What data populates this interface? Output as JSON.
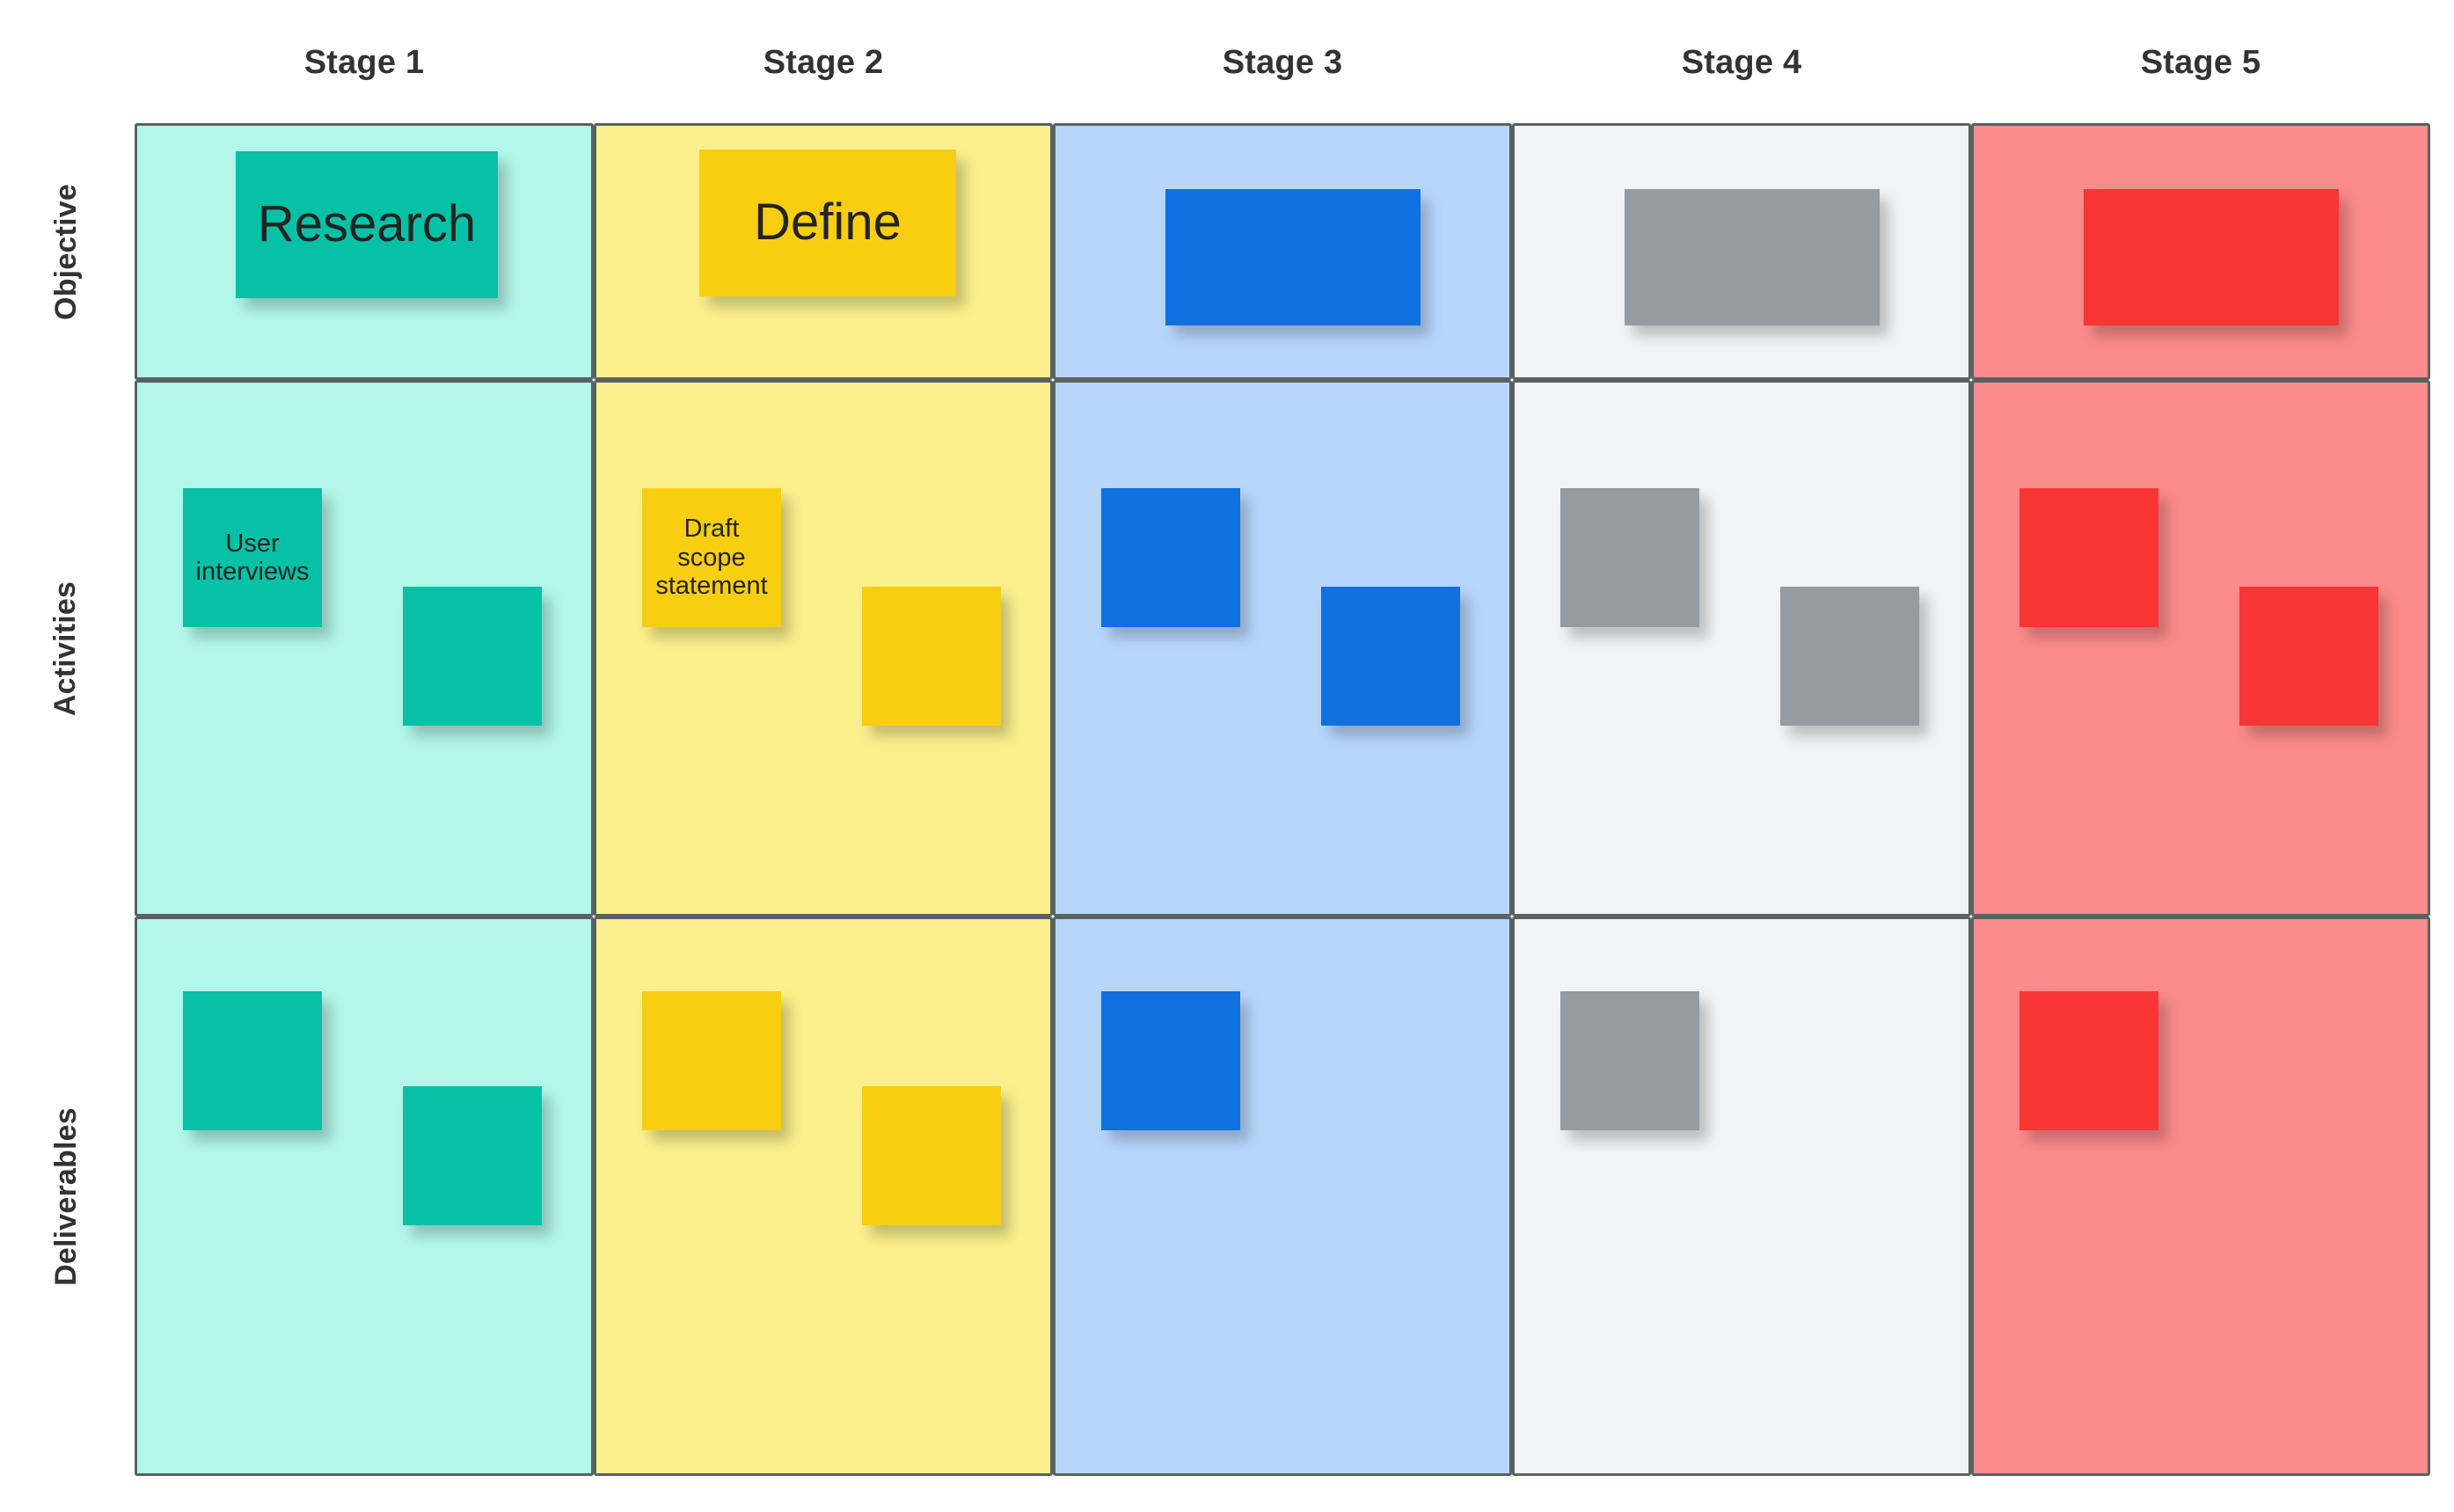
{
  "board": {
    "title_present": false,
    "background_color": "#ffffff",
    "grid_border_color": "#5a6161"
  },
  "columns": [
    {
      "id": "stage-1",
      "label": "Stage 1",
      "band_color": "#B2F7EA",
      "note_color": "#06C1A5"
    },
    {
      "id": "stage-2",
      "label": "Stage 2",
      "band_color": "#FBF08C",
      "note_color": "#F8CE10"
    },
    {
      "id": "stage-3",
      "label": "Stage 3",
      "band_color": "#B8D6FC",
      "note_color": "#1070E0"
    },
    {
      "id": "stage-4",
      "label": "Stage 4",
      "band_color": "#F1F3F4",
      "note_color": "#969BA1"
    },
    {
      "id": "stage-5",
      "label": "Stage 5",
      "band_color": "#FC8B8B",
      "note_color": "#F93535"
    }
  ],
  "rows": [
    {
      "id": "objective",
      "label": "Objective"
    },
    {
      "id": "activities",
      "label": "Activities"
    },
    {
      "id": "deliverables",
      "label": "Deliverables"
    }
  ],
  "notes": {
    "objective": [
      {
        "col": 0,
        "text": "Research"
      },
      {
        "col": 1,
        "text": "Define"
      },
      {
        "col": 2,
        "text": ""
      },
      {
        "col": 3,
        "text": ""
      },
      {
        "col": 4,
        "text": ""
      }
    ],
    "activities": [
      {
        "col": 0,
        "slot": "a",
        "text": "User interviews"
      },
      {
        "col": 0,
        "slot": "b",
        "text": ""
      },
      {
        "col": 1,
        "slot": "a",
        "text": "Draft scope statement"
      },
      {
        "col": 1,
        "slot": "b",
        "text": ""
      },
      {
        "col": 2,
        "slot": "a",
        "text": ""
      },
      {
        "col": 2,
        "slot": "b",
        "text": ""
      },
      {
        "col": 3,
        "slot": "a",
        "text": ""
      },
      {
        "col": 3,
        "slot": "b",
        "text": ""
      },
      {
        "col": 4,
        "slot": "a",
        "text": ""
      },
      {
        "col": 4,
        "slot": "b",
        "text": ""
      }
    ],
    "deliverables": [
      {
        "col": 0,
        "slot": "a",
        "text": ""
      },
      {
        "col": 0,
        "slot": "b",
        "text": ""
      },
      {
        "col": 1,
        "slot": "a",
        "text": ""
      },
      {
        "col": 1,
        "slot": "b",
        "text": ""
      },
      {
        "col": 2,
        "slot": "a",
        "text": ""
      },
      {
        "col": 3,
        "slot": "a",
        "text": ""
      },
      {
        "col": 4,
        "slot": "a",
        "text": ""
      }
    ]
  },
  "geometry": {
    "col_x": [
      153,
      675,
      1197,
      1719,
      2241,
      2763
    ],
    "row_y": [
      140,
      432,
      1042,
      1678
    ]
  }
}
